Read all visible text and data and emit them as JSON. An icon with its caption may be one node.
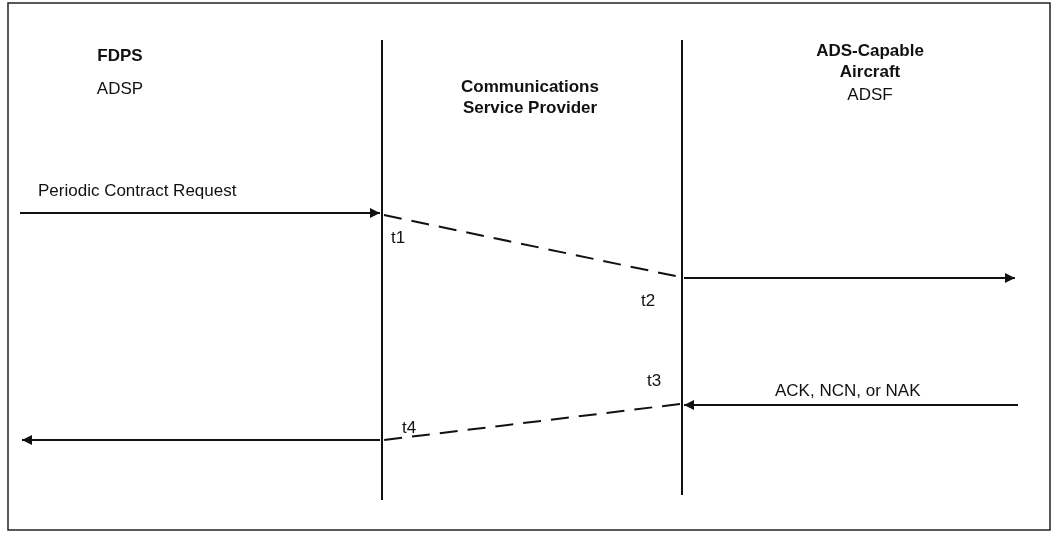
{
  "diagram": {
    "nodes": [
      {
        "text": [],
        "shape": "line"
      },
      {
        "text": [],
        "shape": "line"
      }
    ],
    "edges": [
      {
        "from": null,
        "to": 0,
        "arrow": "to",
        "label": "Periodic Contract Request"
      },
      {
        "from": 0,
        "to": 1,
        "arrow": "none",
        "style": "dashed"
      },
      {
        "from": 1,
        "to": null,
        "arrow": "to"
      },
      {
        "from": null,
        "to": 1,
        "arrow": "to",
        "label": "ACK, NCN, or NAK"
      },
      {
        "from": 1,
        "to": 0,
        "arrow": "none",
        "style": "dashed"
      },
      {
        "from": 0,
        "to": null,
        "arrow": "to"
      }
    ],
    "labels": [
      "FDPS",
      "ADS-Capable Aircraft",
      "ADSP",
      "Communications Service Provider",
      "ADSF",
      "t1",
      "t2",
      "t3",
      "t4"
    ]
  }
}
